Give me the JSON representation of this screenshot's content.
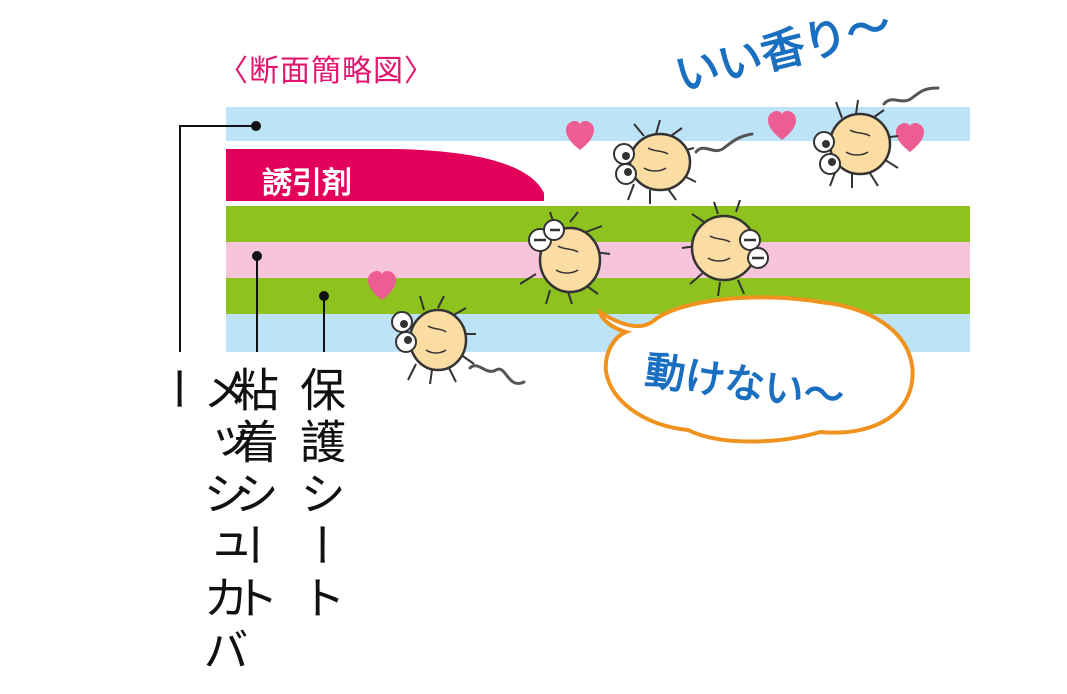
{
  "diagram": {
    "title": "〈断面簡略図〉",
    "layers": {
      "attractant": "誘引剤",
      "mesh_cover": "メッシュカバー",
      "adhesive_sheet": "粘着シート",
      "protective_sheet": "保護シート"
    },
    "speech": {
      "smell": "いい香り〜",
      "stuck": "動けない〜"
    },
    "colors": {
      "title": "#e2166e",
      "mesh": "#bde3f6",
      "attractant": "#e2005a",
      "adhesive": "#f6c5dc",
      "protective": "#8dc21f",
      "speech_text": "#1a6fc0",
      "bubble_outline": "#f0921e",
      "mite_body": "#fbdca3",
      "heart": "#ee5c94"
    },
    "icons": [
      "heart-icon",
      "mite-icon",
      "leader-dot-icon"
    ]
  }
}
